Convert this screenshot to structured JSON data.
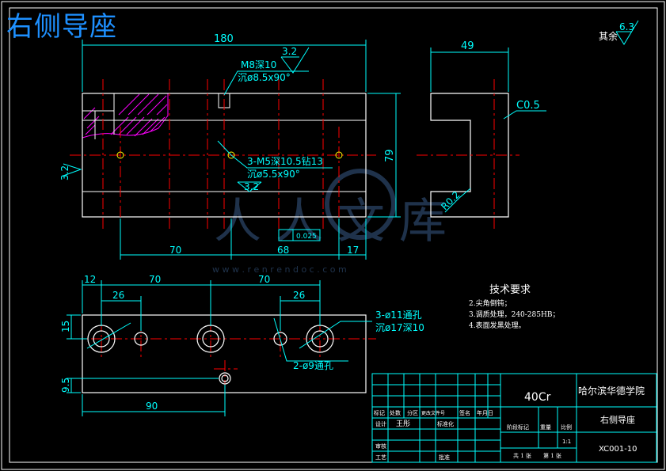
{
  "page_title": "右侧导座",
  "roughness_other": {
    "label": "其余",
    "value": "6.3"
  },
  "front_view": {
    "dim_length": "180",
    "dim_height": "79",
    "roughness_top": "3.2",
    "roughness_left": "3.2",
    "hole_note_line1": "M8深10",
    "hole_note_line2": "沉ø8.5x90°",
    "thread_note_line1": "3-M5深10.5钻13",
    "thread_note_line2": "沉ø5.5x90°",
    "roughness_mid": "3.2",
    "flatness_value": "0.025",
    "dim_70": "70",
    "dim_68": "68",
    "dim_17": "17"
  },
  "side_view": {
    "dim_width": "49",
    "chamfer": "C0.5",
    "radius": "R0.2"
  },
  "top_view": {
    "dim_12": "12",
    "dim_70a": "70",
    "dim_70b": "70",
    "dim_26a": "26",
    "dim_26b": "26",
    "dim_15": "15",
    "dim_9_5": "9.5",
    "dim_90": "90",
    "counterbore_line1": "3-ø11通孔",
    "counterbore_line2": "沉ø17深10",
    "through_hole": "2-ø9通孔"
  },
  "tech_requirements": {
    "title": "技术要求",
    "items": [
      "2.尖角倒钝；",
      "3.调质处理，240-285HB；",
      "4.表面发黑处理。"
    ]
  },
  "title_block": {
    "material": "40Cr",
    "school": "哈尔滨华德学院",
    "part_name": "右侧导座",
    "drawing_no": "XC001-10",
    "designer_label": "设计",
    "designer": "王彤",
    "standardize_label": "标准化",
    "review_label": "审核",
    "process_label": "工艺",
    "approve_label": "批准",
    "hdr_mark": "标记",
    "hdr_count": "处数",
    "hdr_zone": "分区",
    "hdr_doc": "更改文件号",
    "hdr_sign": "签名",
    "hdr_date": "年月日",
    "stage_label": "阶段标记",
    "weight_label": "重量",
    "scale_label": "比例",
    "scale": "1:1",
    "sheets": "共 1 张",
    "sheet_no": "第 1 张"
  },
  "watermark": {
    "text": "人人文库",
    "url": "w w w . r e n r e n d o c . c o m"
  },
  "colors": {
    "outline": "#ffffff",
    "dim": "#00ffff",
    "center": "#ff0000",
    "hatch": "#ff00ff",
    "title": "#1e90ff"
  }
}
